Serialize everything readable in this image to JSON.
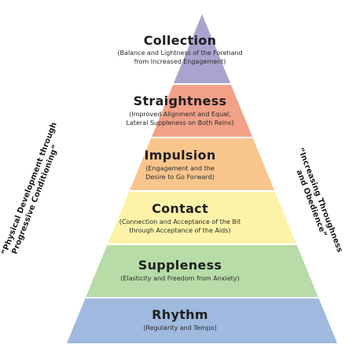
{
  "pyramid": {
    "layers": [
      {
        "title": "Collection",
        "subtitle_lines": [
          "(Balance and Lightness of the Forehand",
          "from Increased Engagement)"
        ],
        "color": "#a9a3cf"
      },
      {
        "title": "Straightness",
        "subtitle_lines": [
          "(Improved Alignment and Equal,",
          "Lateral Suppleness on Both Reins)"
        ],
        "color": "#f2a188"
      },
      {
        "title": "Impulsion",
        "subtitle_lines": [
          "(Engagement and the",
          "Desire to Go Forward)"
        ],
        "color": "#f8c58d"
      },
      {
        "title": "Contact",
        "subtitle_lines": [
          "(Connection and Acceptance of the Bit",
          "through Acceptance of the Aids)"
        ],
        "color": "#fdf3a8"
      },
      {
        "title": "Suppleness",
        "subtitle_lines": [
          "(Elasticity and Freedom from Anxiety)"
        ],
        "color": "#b7dca8"
      },
      {
        "title": "Rhythm",
        "subtitle_lines": [
          "(Regularity and Tempo)"
        ],
        "color": "#9fb9df"
      }
    ],
    "separator_color": "#ffffff"
  },
  "left_label": {
    "lines": [
      "“Physical Development through",
      "Progressive Conditioning”"
    ]
  },
  "right_label": {
    "lines": [
      "“Increasing Throughness",
      "and Obedience”"
    ]
  }
}
